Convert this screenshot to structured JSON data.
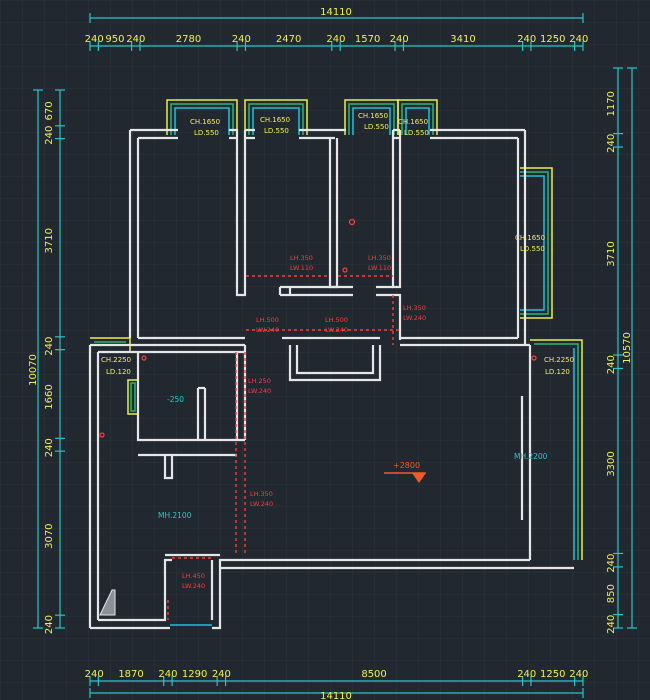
{
  "colors": {
    "background": "#212830",
    "grid": "#2c343c",
    "wall": "#e6e6e6",
    "dimension_line": "#27c6c6",
    "dimension_text": "#f1ef55",
    "window_yellow": "#ecec4a",
    "window_green": "#28b870",
    "window_cyan": "#20c0d8",
    "beam_red": "#ff3b3b",
    "elevation_orange": "#f05a2a"
  },
  "dimensions": {
    "top_total": "14110",
    "top": [
      "240",
      "950",
      "240",
      "2780",
      "240",
      "2470",
      "240",
      "1570",
      "240",
      "3410",
      "240",
      "1250",
      "240"
    ],
    "bottom_total": "14110",
    "bottom": [
      "240",
      "1870",
      "240",
      "1290",
      "240",
      "8500",
      "240",
      "1250",
      "240"
    ],
    "left_total": "10070",
    "left": [
      "670",
      "240",
      "3710",
      "240",
      "1660",
      "240",
      "3070",
      "240"
    ],
    "right_total": "10570",
    "right": [
      "1170",
      "240",
      "3710",
      "240",
      "3300",
      "240",
      "850",
      "240"
    ]
  },
  "windows": [
    {
      "ch": "CH.1650",
      "ld": "LD.550"
    },
    {
      "ch": "CH.1650",
      "ld": "LD.550"
    },
    {
      "ch": "CH.1650",
      "ld": "LD.550"
    },
    {
      "ch": "CH.1650",
      "ld": "LD.550"
    },
    {
      "ch": "CH.1650",
      "ld": "LD.550"
    },
    {
      "ch": "CH.2250",
      "ld": "LD.120"
    },
    {
      "ch": "CH.2250",
      "ld": "LD.120"
    }
  ],
  "beams": [
    {
      "lh": "LH.350",
      "lw": "LW.110"
    },
    {
      "lh": "LH.350",
      "lw": "LW.110"
    },
    {
      "lh": "LH.350",
      "lw": "LW.240"
    },
    {
      "lh": "LH.500",
      "lw": "LW.240"
    },
    {
      "lh": "LH.500",
      "lw": "LW.240"
    },
    {
      "lh": "LH.250",
      "lw": "LW.240"
    },
    {
      "lh": "LH.350",
      "lw": "LW.240"
    },
    {
      "lh": "LH.450",
      "lw": "LW.240"
    }
  ],
  "rooms": {
    "living_height": "MH.2200",
    "kitchen_height": "MH.2100",
    "bath_level": "-250"
  },
  "floor_level": "+2800"
}
